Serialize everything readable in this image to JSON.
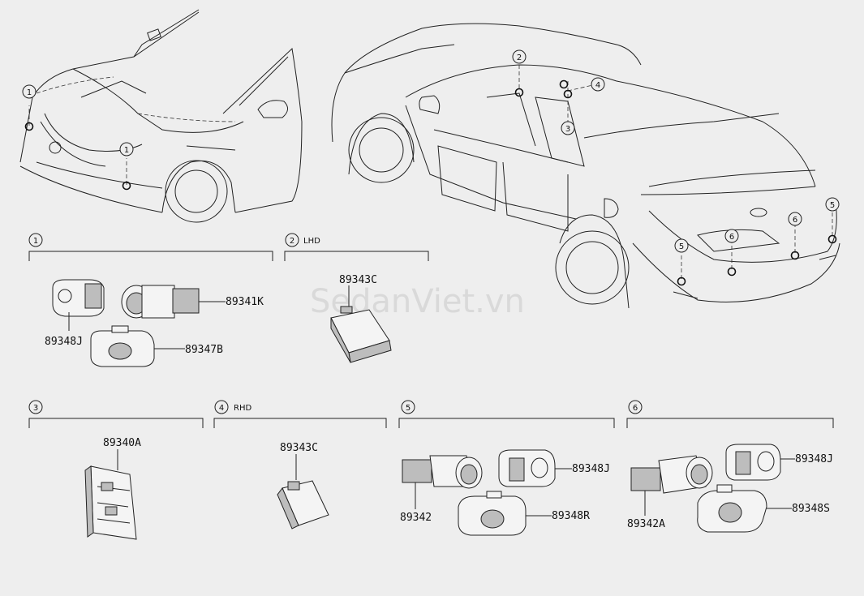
{
  "watermark": "SedanViet.vn",
  "callouts": [
    "1",
    "1",
    "2",
    "3",
    "4",
    "5",
    "5",
    "6",
    "6"
  ],
  "sections": [
    {
      "num": "1",
      "note": ""
    },
    {
      "num": "2",
      "note": "LHD"
    },
    {
      "num": "3",
      "note": ""
    },
    {
      "num": "4",
      "note": "RHD"
    },
    {
      "num": "5",
      "note": ""
    },
    {
      "num": "6",
      "note": ""
    }
  ],
  "parts": {
    "p89341K": "89341K",
    "p89348J_a": "89348J",
    "p89347B": "89347B",
    "p89343C_a": "89343C",
    "p89340A": "89340A",
    "p89343C_b": "89343C",
    "p89342": "89342",
    "p89348J_b": "89348J",
    "p89348R": "89348R",
    "p89342A": "89342A",
    "p89348J_c": "89348J",
    "p89348S": "89348S"
  }
}
